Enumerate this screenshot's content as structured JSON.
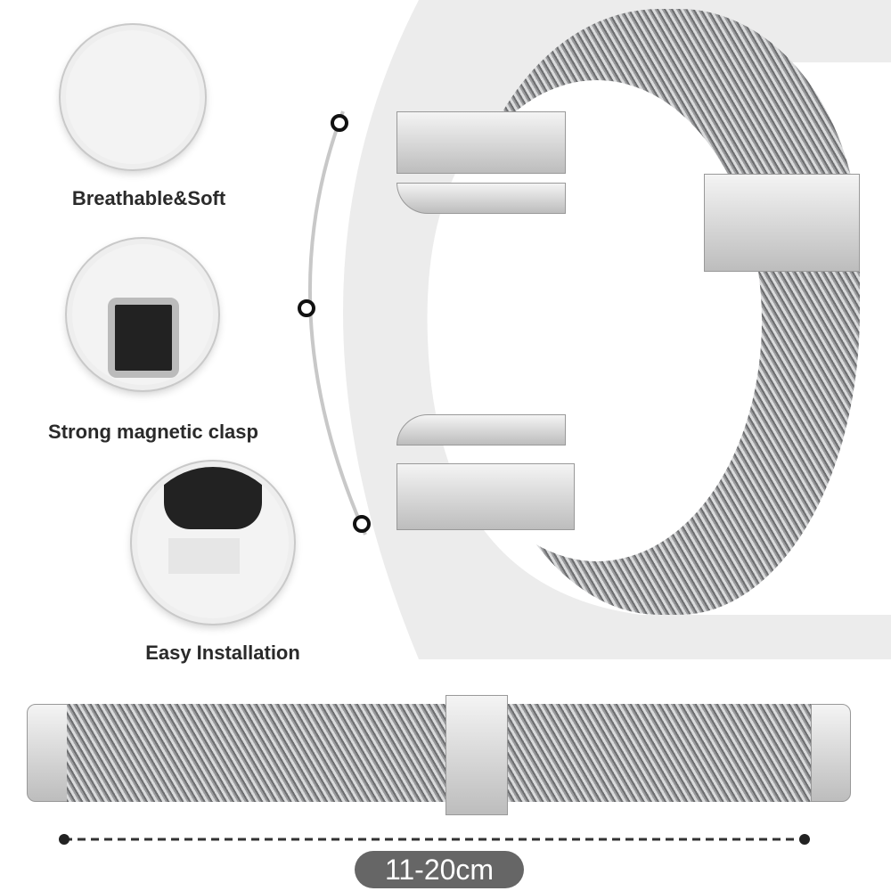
{
  "features": [
    {
      "label": "Breathable&Soft",
      "icon": "breathable-mesh-image"
    },
    {
      "label": "Strong magnetic clasp",
      "icon": "magnetic-clasp-image"
    },
    {
      "label": "Easy Installation",
      "icon": "installation-image"
    }
  ],
  "size_label": "11-20cm",
  "colors": {
    "accent": "#666666",
    "text": "#2a2a2a"
  }
}
